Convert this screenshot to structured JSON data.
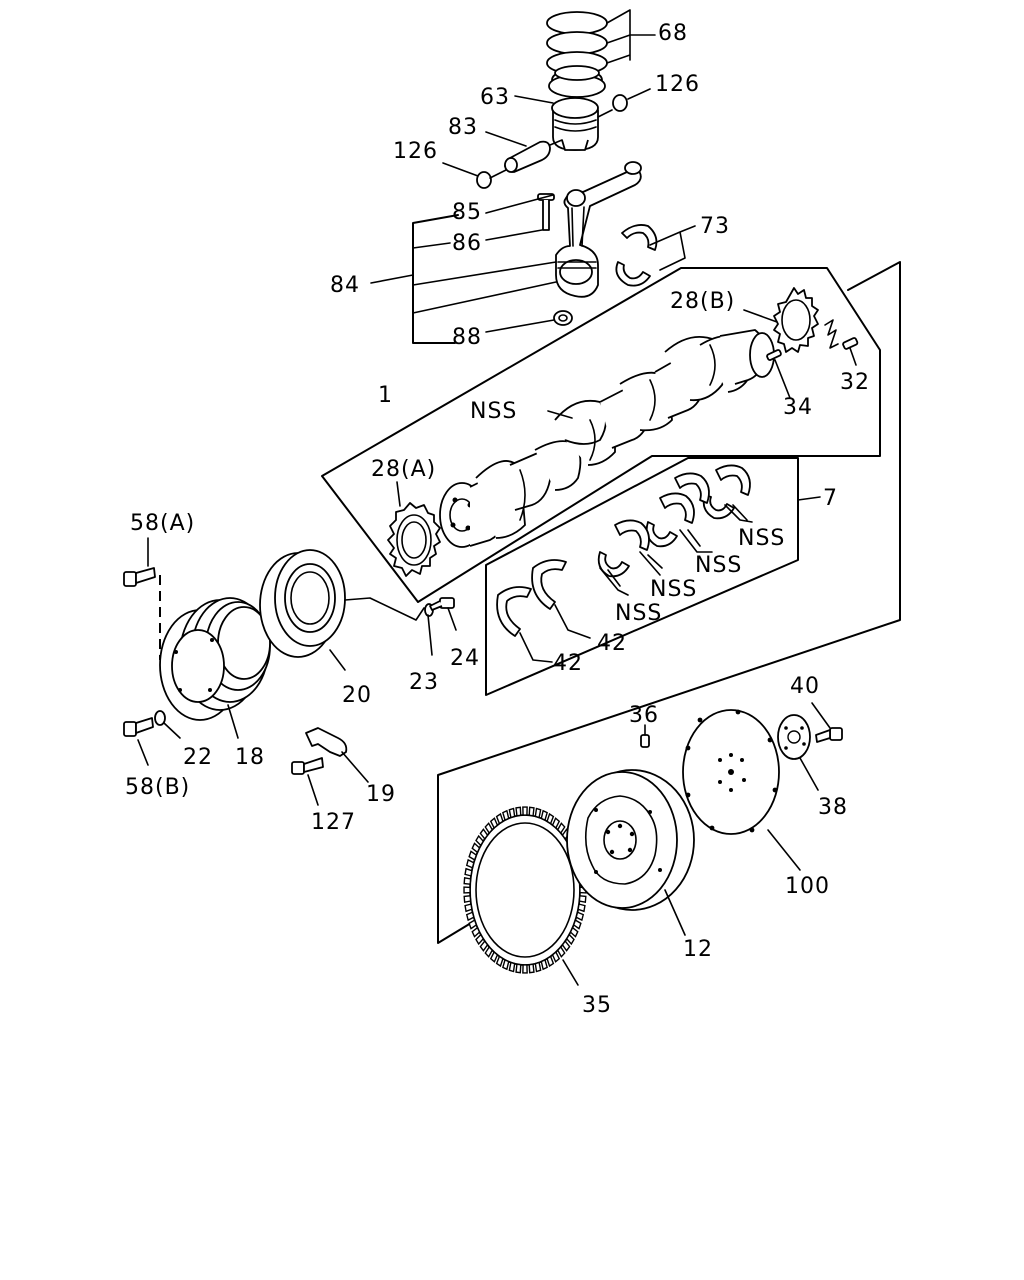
{
  "callouts": {
    "c68": "68",
    "c126a": "126",
    "c63": "63",
    "c83": "83",
    "c126b": "126",
    "c85": "85",
    "c86": "86",
    "c73": "73",
    "c84": "84",
    "c28b": "28(B)",
    "c88": "88",
    "c32": "32",
    "c34": "34",
    "c1": "1",
    "cnss_top": "NSS",
    "c28a": "28(A)",
    "c7": "7",
    "c58a": "58(A)",
    "cnss1": "NSS",
    "cnss2": "NSS",
    "cnss3": "NSS",
    "cnss4": "NSS",
    "c42a": "42",
    "c42b": "42",
    "c24": "24",
    "c23": "23",
    "c20": "20",
    "c22": "22",
    "c18": "18",
    "c58b": "58(B)",
    "c40": "40",
    "c36": "36",
    "c19": "19",
    "c127": "127",
    "c38": "38",
    "c100": "100",
    "c12": "12",
    "c35": "35"
  }
}
